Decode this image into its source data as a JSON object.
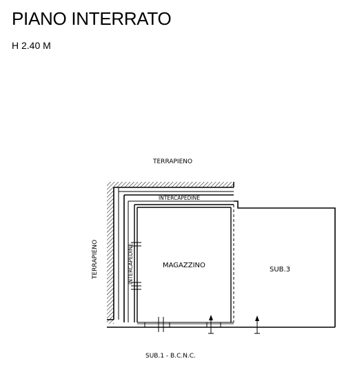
{
  "header": {
    "title": "PIANO INTERRATO",
    "height_note": "H 2.40 M"
  },
  "plan": {
    "labels": {
      "terrapieno_top": "TERRAPIENO",
      "terrapieno_left": "TERRAPIENO",
      "intercapedine_top": "INTERCAPEDINE",
      "intercapedine_left": "INTERCAPEDINE",
      "magazzino": "MAGAZZINO",
      "sub3": "SUB.3",
      "sub1": "SUB.1 - B.C.N.C."
    }
  }
}
